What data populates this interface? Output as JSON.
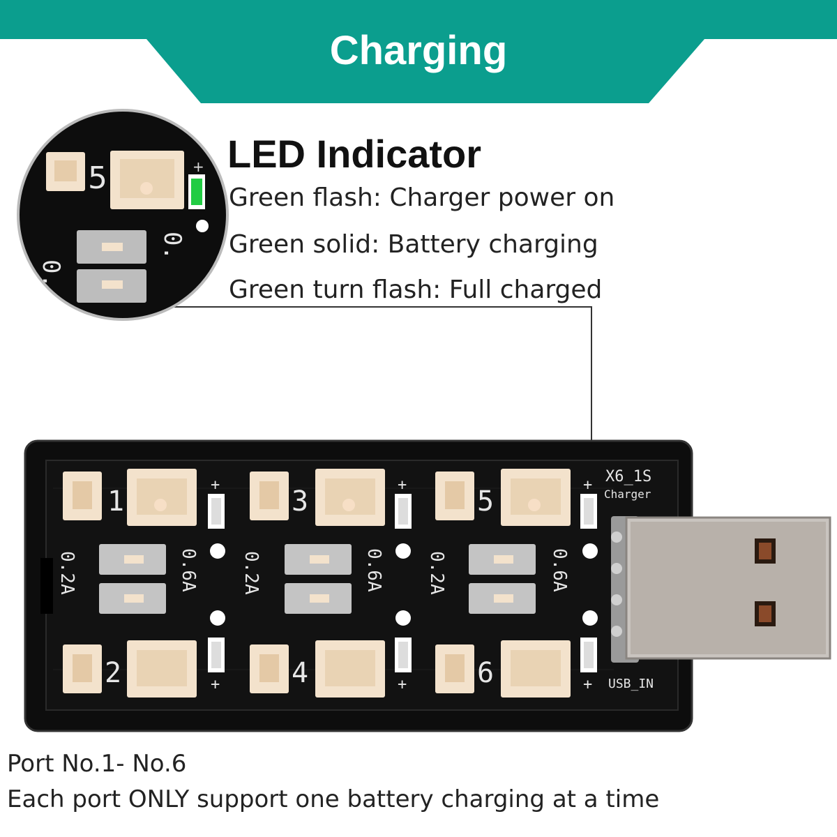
{
  "banner": {
    "title": "Charging",
    "color": "#0b9e8e"
  },
  "led": {
    "heading": "LED Indicator",
    "lines": [
      "Green flash: Charger power on",
      "Green solid: Battery charging",
      "Green turn flash: Full charged"
    ],
    "led_color": "#22cc44"
  },
  "board": {
    "ports": [
      "1",
      "2",
      "3",
      "4",
      "5",
      "6"
    ],
    "model_label": "X6_1S",
    "model_sub": "Charger",
    "usb_label": "USB_IN",
    "plus": "+",
    "current_low": "0.2A",
    "current_high": "0.6A",
    "pcb_color": "#0d0d0d",
    "connector_color": "#f3e2cc"
  },
  "footer": {
    "line1": "Port No.1- No.6",
    "line2": "Each port ONLY support one battery charging at a time"
  }
}
